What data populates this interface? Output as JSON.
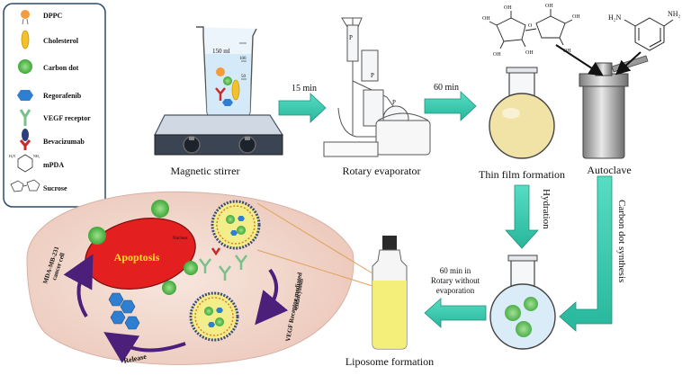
{
  "legend": {
    "items": [
      {
        "label": "DPPC",
        "icon": "dppc-icon"
      },
      {
        "label": "Cholesterol",
        "icon": "cholesterol-icon"
      },
      {
        "label": "Carbon dot",
        "icon": "carbon-dot-icon"
      },
      {
        "label": "Regorafenib",
        "icon": "regorafenib-icon"
      },
      {
        "label": "VEGF receptor",
        "icon": "vegf-receptor-icon"
      },
      {
        "label": "Bevacizumab",
        "icon": "bevacizumab-icon"
      },
      {
        "label": "mPDA",
        "icon": "mpda-structure-icon"
      },
      {
        "label": "Sucrose",
        "icon": "sucrose-structure-icon"
      }
    ]
  },
  "steps": {
    "magnetic_stirrer": "Magnetic stirrer",
    "rotary_evaporator": "Rotary evaporator",
    "thin_film": "Thin film formation",
    "autoclave": "Autoclave",
    "liposome": "Liposome formation"
  },
  "arrows": {
    "t1": "15 min",
    "t2": "60 min",
    "hydration": "Hydration",
    "carbon_dot_synthesis": "Carbon dot synthesis",
    "rotary_line1": "60 min in",
    "rotary_line2": "Rotary without",
    "rotary_line3": "evaporation"
  },
  "beaker": {
    "volume": "150 ml",
    "marks": [
      "100",
      "50"
    ]
  },
  "cell": {
    "name_line1": "MDA-MB-231",
    "name_line2": "cancer cell",
    "apoptosis": "Apoptosis",
    "nucleus": "Nucleus",
    "release": "Release",
    "endocytosis_line1": "VEGF Receptor-mediated",
    "endocytosis_line2": "endocytosis"
  },
  "chem": {
    "nh2": "NH₂",
    "h2n": "H₂N",
    "oh": "OH",
    "o": "O"
  },
  "colors": {
    "arrow": "#3ecfb2",
    "cell_fill": "#f2d9cf",
    "apoptosis": "#e41f1f",
    "dot_green": "#5cc04a",
    "liposome_yellow": "#f4ee8a",
    "film_yellow": "#f1e2a6"
  }
}
